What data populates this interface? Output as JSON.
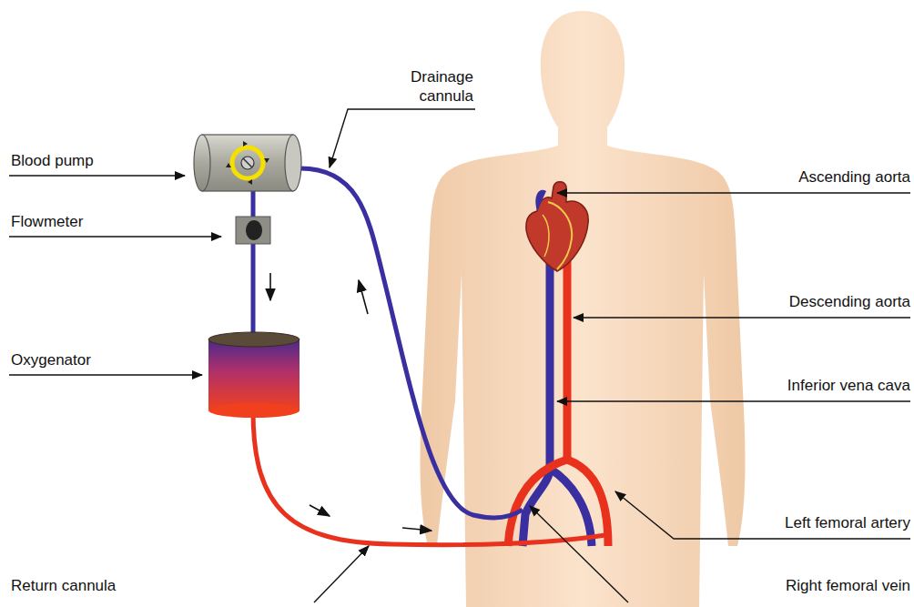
{
  "diagram": {
    "labels": [
      "Drainage cannula",
      "Blood pump",
      "Ascending aorta",
      "Flowmeter",
      "Descending aorta",
      "Oxygenator",
      "Inferior vena cava",
      "Left femoral artery",
      "Return cannula",
      "Right femoral vein"
    ]
  }
}
